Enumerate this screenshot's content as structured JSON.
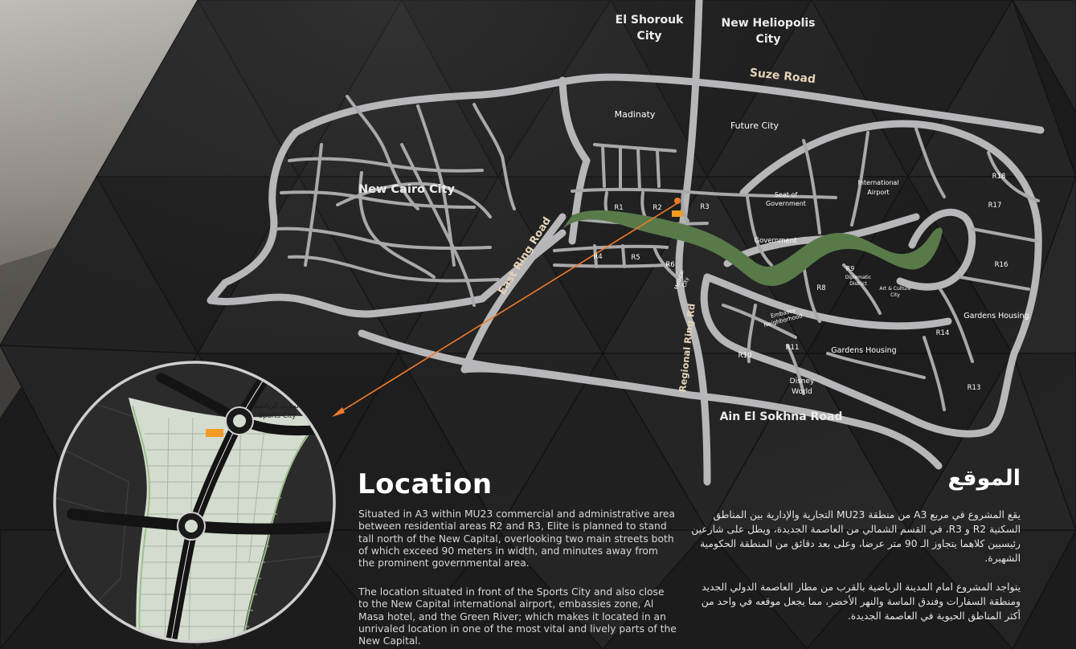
{
  "colors": {
    "background": "#1a1a1a",
    "road": "#b7b7b9",
    "green_river": "#587a49",
    "arrow": "#f07a2a",
    "plot_highlight": "#f39b25"
  },
  "map": {
    "cities": {
      "el_shorouk": [
        "El Shorouk",
        "City"
      ],
      "new_heliopolis": [
        "New Heliopolis",
        "City"
      ],
      "new_cairo": "New Cairo City",
      "madinaty": "Madinaty",
      "future_city": "Future City"
    },
    "roads": {
      "suze": "Suze Road",
      "east_ring": "East Ring Road",
      "regional_ring": "Regional Ring Rd",
      "ain_sokhna": "Ain El Sokhna Road"
    },
    "districts": {
      "r1": "R1",
      "r2": "R2",
      "r3": "R3",
      "r4": "R4",
      "r5": "R5",
      "r6": "R6",
      "r8": "R8",
      "r9": "R9",
      "r10": "R10",
      "r11": "R11",
      "r13": "R13",
      "r14": "R14",
      "r16": "R16",
      "r17": "R17",
      "r18": "R18",
      "seat_of_government": [
        "Seat of",
        "Government"
      ],
      "international_airport": [
        "International",
        "Airport"
      ],
      "government": "Government",
      "diplomatic_district": [
        "Diplomatic",
        "District"
      ],
      "art_culture_city": [
        "Art & Culture",
        "City"
      ],
      "embassy_neighborhood": [
        "Embassy",
        "Neighborhood"
      ],
      "medical_city": [
        "Medical",
        "City"
      ],
      "gardens_housing_east": "Gardens Housing",
      "gardens_housing_south": "Gardens Housing",
      "disney_world": [
        "Disney",
        "World"
      ]
    }
  },
  "inset": {
    "label_ar": "المدينة الرياضية",
    "label_en": "Sports City"
  },
  "location_en": {
    "title": "Location",
    "paragraph_1": "Situated in A3 within MU23 commercial and administrative area between residential areas R2 and R3, Elite is planned to stand tall north of the New Capital, overlooking two main streets both of which exceed 90 meters in width, and minutes away from the prominent governmental area.",
    "paragraph_2": "The location situated in front of the Sports City and also  close to the New Capital international airport, embassies zone, Al Masa hotel, and the Green River; which makes it located in an unrivaled location in one of the most vital and lively parts of the New Capital."
  },
  "location_ar": {
    "title": "الموقع",
    "paragraph_1": "يقع المشروع في مربع A3 من منطقة MU23 التجارية والإدارية بين المناطق السكنية R2 و R3، في القسم الشمالي من العاصمة الجديدة، ويطل على شارعين رئيسيين كلاهما يتجاوز الـ 90 متر عرضا، وعلى بعد دقائق من المنطقة الحكومية الشهيرة.",
    "paragraph_2": "يتواجد المشروع امام المدينة الرياضية بالقرب من مطار العاصمة الدولي الجديد ومنطقة السفارات وفندق الماسة والنهر الأخضر، مما يجعل موقعه في واحد من أكثر المناطق الحيوية في العاصمة الجديدة."
  }
}
